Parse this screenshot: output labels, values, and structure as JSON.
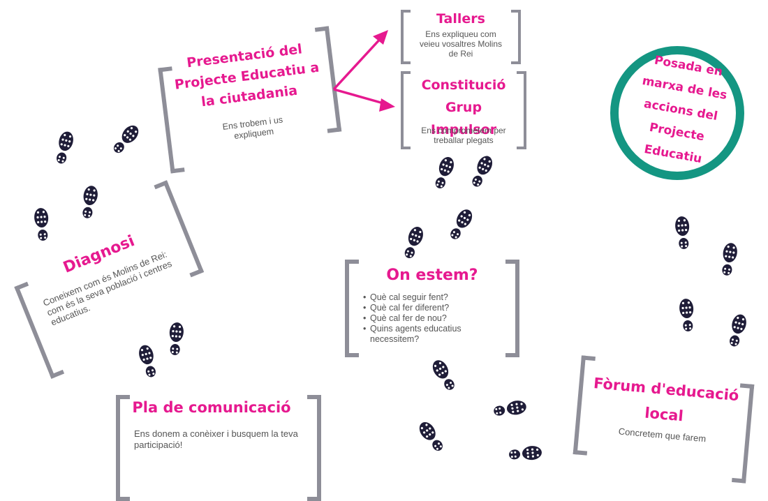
{
  "colors": {
    "accent": "#e6198f",
    "bracket": "#8e8e98",
    "circle": "#149682",
    "footprint": "#1f1d38"
  },
  "steps": {
    "presentacio": {
      "title": "Presentació del Projecte Educatiu a la ciutadania",
      "subtitle": "Ens trobem i us expliquem"
    },
    "tallers": {
      "title": "Tallers",
      "subtitle": "Ens expliqueu com veieu vosaltres Molins de Rei"
    },
    "constitucio": {
      "title": "Constitució Grup Impulsor",
      "subtitle": "Ens comprometem per treballar plegats"
    },
    "diagnosi": {
      "title": "Diagnosi",
      "subtitle": "Coneixem com és Molins de Rei: com és la seva població i centres educatius."
    },
    "on_estem": {
      "title": "On estem?",
      "questions": [
        "Què cal seguir fent?",
        "Què cal fer diferent?",
        "Què cal fer de nou?",
        "Quins agents educatius necessitem?"
      ]
    },
    "pla": {
      "title": "Pla de comunicació",
      "subtitle": "Ens donem a conèixer i busquem la teva participació!"
    },
    "forum": {
      "title": "Fòrum d'educació local",
      "subtitle": "Concretem que farem"
    },
    "posada": {
      "title": "Posada en marxa de les accions del Projecte Educatiu"
    }
  },
  "footprints_icon": "footprint-icon"
}
